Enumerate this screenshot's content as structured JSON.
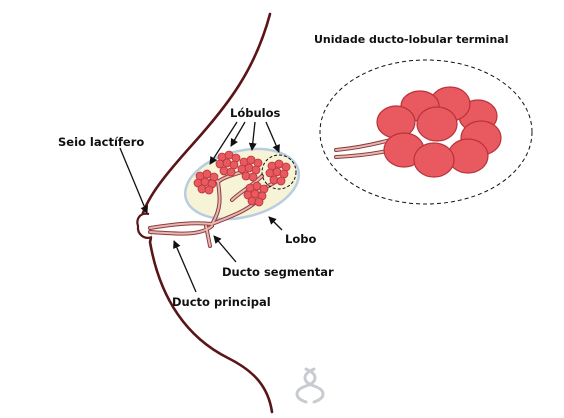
{
  "title": "Unidade ducto-lobular terminal",
  "labels": {
    "lobulos": "Lóbulos",
    "seio_lactifero": "Seio lactífero",
    "lobo": "Lobo",
    "ducto_segmentar": "Ducto segmentar",
    "ducto_principal": "Ducto principal"
  },
  "colors": {
    "outline": "#5a1518",
    "lobule_fill": "#e85a5f",
    "lobule_stroke": "#b8323a",
    "duct_fill": "#e9b7b3",
    "duct_stroke": "#8b3c3c",
    "lobe_fill": "#f6f3d6",
    "lobe_stroke": "#b9cde0",
    "pointer": "#111111",
    "watermark": "#c8ccd0"
  },
  "icons": {
    "watermark": "dna-logo-icon"
  }
}
